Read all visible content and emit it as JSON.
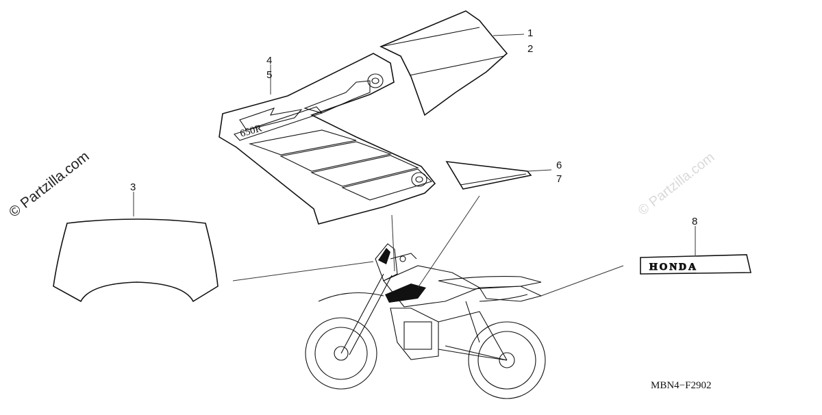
{
  "watermarks": {
    "main": "© Partzilla.com",
    "faint": "© Partzilla.com"
  },
  "callouts": [
    "1",
    "2",
    "3",
    "4",
    "5",
    "6",
    "7",
    "8"
  ],
  "diagram_code": "MBN4−F2902",
  "decal_text": {
    "tank_model": "650R",
    "emblem": "HONDA"
  }
}
